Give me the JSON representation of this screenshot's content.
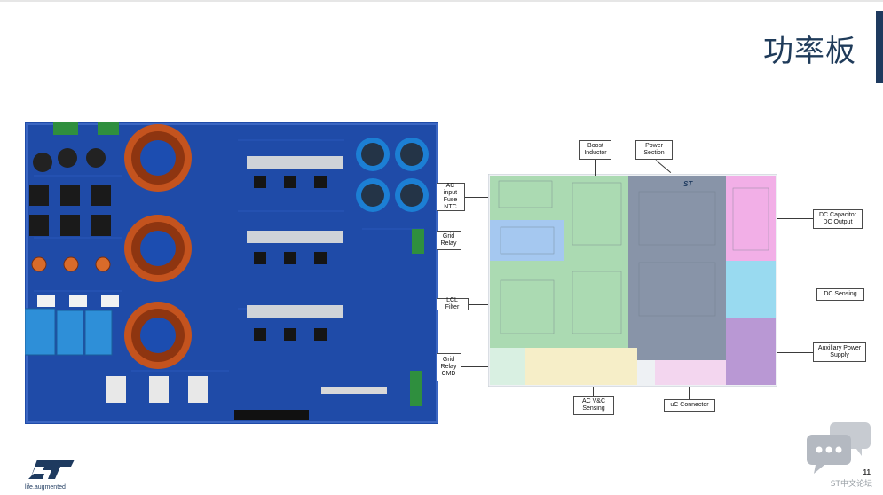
{
  "slide": {
    "title": "功率板",
    "page_number": "11"
  },
  "diagram": {
    "labels": {
      "boost_inductor": [
        "Boost",
        "Inductor"
      ],
      "power_section": [
        "Power",
        "Section"
      ],
      "ac_input": [
        "AC input",
        "Fuse",
        "NTC"
      ],
      "grid_relay": [
        "Grid",
        "Relay"
      ],
      "lcl_filter": "LCL Filter",
      "grid_relay_cmd": [
        "Grid",
        "Relay",
        "CMD"
      ],
      "ac_vc_sensing": [
        "AC V&C",
        "Sensing"
      ],
      "uc_connector": "uC Connector",
      "dc_capacitor": [
        "DC Capacitor",
        "DC Output"
      ],
      "dc_sensing": "DC Sensing",
      "aux_power": [
        "Auxiliary Power",
        "Supply"
      ]
    },
    "region_colors": {
      "green": "#9fd6a6",
      "blue": "#9cc3f0",
      "gray": "#7c8aa0",
      "pink": "#f2a7e6",
      "cyan": "#8fd7f0",
      "purple": "#b28ed0",
      "yellow": "#f6eec8",
      "lightgreen": "#d9f0e2"
    },
    "board_logo_text": "ST"
  },
  "branding": {
    "tagline": "life.augmented",
    "forum_name": "ST中文论坛",
    "brand_color": "#1e3a5f"
  }
}
